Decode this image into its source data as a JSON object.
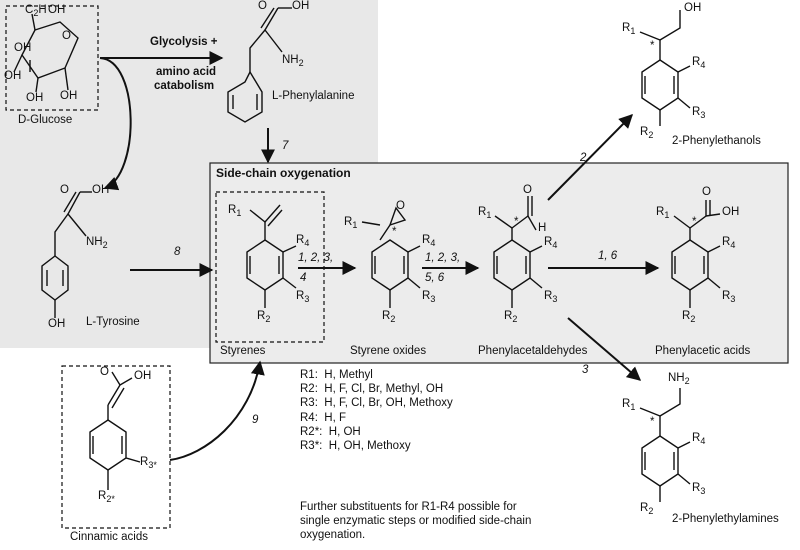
{
  "nodes": {
    "glucose": "D-Glucose",
    "phenylalanine": "L-Phenylalanine",
    "tyrosine": "L-Tyrosine",
    "cinnamic": "Cinnamic acids",
    "styrenes": "Styrenes",
    "styrene_oxides": "Styrene oxides",
    "phenylacetaldehydes": "Phenylacetaldehydes",
    "phenylacetic": "Phenylacetic acids",
    "phenylethanols": "2-Phenylethanols",
    "phenylethylamines": "2-Phenylethylamines"
  },
  "process_label": {
    "line1": "Glycolysis +",
    "line2": "amino acid",
    "line3": "catabolism"
  },
  "box_title": "Side-chain oxygenation",
  "steps": {
    "s7": "7",
    "s8": "8",
    "s9": "9",
    "s2": "2",
    "s3": "3",
    "s16": "1, 6",
    "s1234_a": "1, 2, 3,",
    "s1234_b": "4",
    "s123456_a": "1, 2, 3,",
    "s123456_b": "5, 6"
  },
  "atoms": {
    "oh": "OH",
    "o": "O",
    "h": "H",
    "nh2_n": "NH",
    "nh2_2": "2",
    "r1": "R",
    "r1s": "1",
    "r2": "R",
    "r2s": "2",
    "r3": "R",
    "r3s": "3",
    "r4": "R",
    "r4s": "4",
    "star": "*",
    "r2star": "R",
    "r2stars": "2*",
    "r3star": "R",
    "r3stars": "3*",
    "c2": "2"
  },
  "legend": [
    {
      "key": "R1:",
      "value": "H, Methyl"
    },
    {
      "key": "R2:",
      "value": "H, F, Cl, Br, Methyl, OH"
    },
    {
      "key": "R3:",
      "value": "H, F, Cl, Br, OH, Methoxy"
    },
    {
      "key": "R4:",
      "value": "H, F"
    },
    {
      "key": "R2*:",
      "value": "H, OH"
    },
    {
      "key": "R3*:",
      "value": "H, OH, Methoxy"
    }
  ],
  "footnote": {
    "line1": "Further substituents for R1-R4 possible for",
    "line2": "single enzymatic steps or modified side-chain",
    "line3": "oxygenation."
  },
  "colors": {
    "background_panel": "#e8e8e8",
    "box_fill": "#ececec",
    "ink": "#111111"
  }
}
